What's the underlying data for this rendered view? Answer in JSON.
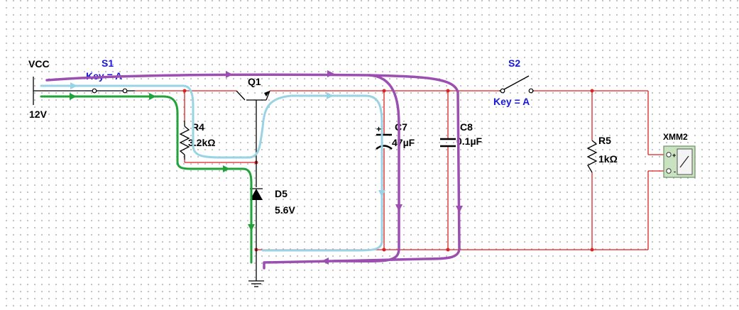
{
  "colors": {
    "wire": "#dd2222",
    "component": "#000000",
    "label": "#000000",
    "key_label": "#1a1ad6",
    "flow_green": "#22a33a",
    "flow_blue": "#99d3e6",
    "flow_purple": "#9b4fb1",
    "junction": "#dd2222"
  },
  "power": {
    "name": "VCC",
    "value": "12V"
  },
  "components": {
    "s1": {
      "ref": "S1",
      "key": "Key = A"
    },
    "s2": {
      "ref": "S2",
      "key": "Key = A"
    },
    "q1": {
      "ref": "Q1"
    },
    "r4": {
      "ref": "R4",
      "value": "3.2kΩ"
    },
    "d5": {
      "ref": "D5",
      "value": "5.6V"
    },
    "c7": {
      "ref": "C7",
      "value": "47µF",
      "polarity": "+"
    },
    "c8": {
      "ref": "C8",
      "value": "0.1µF"
    },
    "r5": {
      "ref": "R5",
      "value": "1kΩ"
    },
    "xmm2": {
      "ref": "XMM2",
      "plus": "+",
      "minus": "-"
    }
  },
  "icons": [
    "ground-icon",
    "arrow-icon",
    "multimeter-icon"
  ]
}
